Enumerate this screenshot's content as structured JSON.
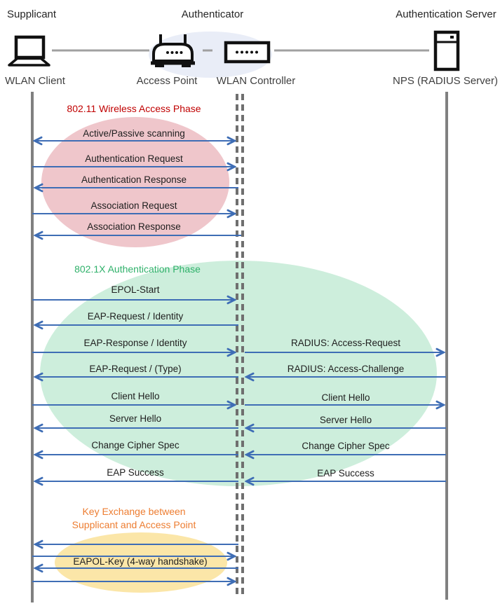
{
  "roles": {
    "supplicant": "Supplicant",
    "authenticator": "Authenticator",
    "auth_server": "Authentication Server"
  },
  "nodes": {
    "client": "WLAN Client",
    "access_point": "Access Point",
    "controller": "WLAN Controller",
    "server": "NPS (RADIUS Server)"
  },
  "phase1": {
    "title": "802.11 Wireless Access Phase",
    "title_color": "#C00000",
    "ellipse_color": "#EFC6CB",
    "messages": [
      {
        "label": "Active/Passive scanning",
        "direction": "both"
      },
      {
        "label": "Authentication Request",
        "direction": "right"
      },
      {
        "label": "Authentication Response",
        "direction": "left"
      },
      {
        "label": "Association Request",
        "direction": "right"
      },
      {
        "label": "Association Response",
        "direction": "left"
      }
    ]
  },
  "phase2": {
    "title": "802.1X Authentication Phase",
    "title_color": "#2FB16A",
    "ellipse_color": "#CDEEDC",
    "client_side": [
      {
        "label": "EPOL-Start",
        "direction": "right"
      },
      {
        "label": "EAP-Request / Identity",
        "direction": "left"
      },
      {
        "label": "EAP-Response / Identity",
        "direction": "right"
      },
      {
        "label": "EAP-Request / (Type)",
        "direction": "left"
      },
      {
        "label": "Client Hello",
        "direction": "right"
      },
      {
        "label": "Server Hello",
        "direction": "left"
      },
      {
        "label": "Change Cipher Spec",
        "direction": "left"
      },
      {
        "label": "EAP Success",
        "direction": "left"
      }
    ],
    "server_side": [
      {
        "label": "RADIUS: Access-Request",
        "direction": "right"
      },
      {
        "label": "RADIUS: Access-Challenge",
        "direction": "left"
      },
      {
        "label": "Client Hello",
        "direction": "right"
      },
      {
        "label": "Server Hello",
        "direction": "left"
      },
      {
        "label": "Change Cipher Spec",
        "direction": "left"
      },
      {
        "label": "EAP Success",
        "direction": "left"
      }
    ]
  },
  "phase3": {
    "title_line1": "Key Exchange between",
    "title_line2": "Supplicant and Access Point",
    "title_color": "#ED7D31",
    "ellipse_color": "#FBE6A8",
    "label": "EAPOL-Key (4-way handshake)",
    "arrows": [
      "left",
      "right",
      "left",
      "right"
    ]
  },
  "colors": {
    "arrow": "#3E6DB5",
    "lifeline": "#808080",
    "icon_ellipse": "#E9EDF7"
  }
}
